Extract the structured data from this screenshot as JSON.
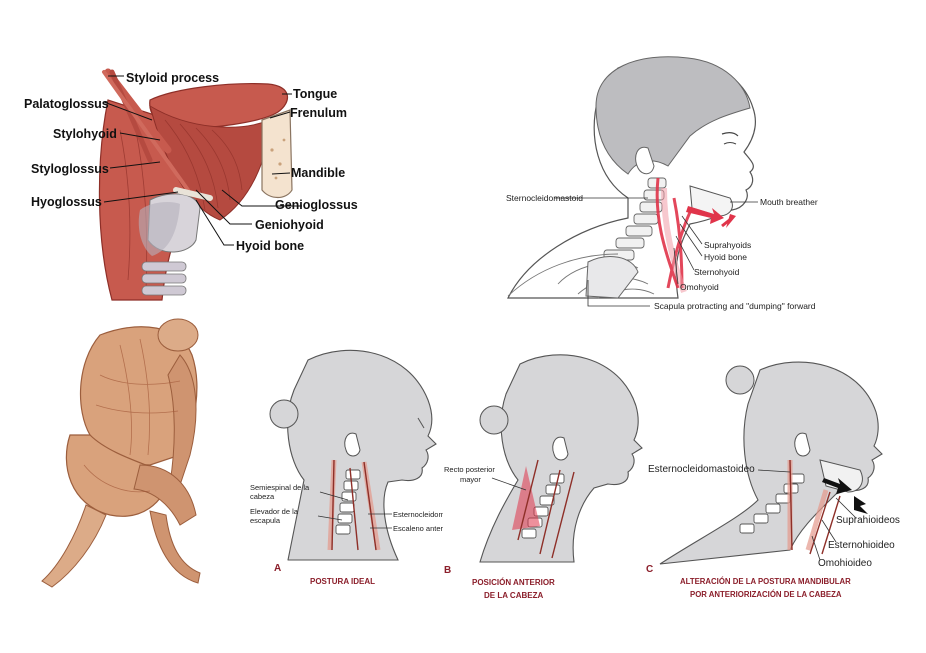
{
  "tongue_panel": {
    "labels": {
      "styloid_process": "Styloid process",
      "tongue": "Tongue",
      "palatoglossus": "Palatoglossus",
      "frenulum": "Frenulum",
      "stylohyoid": "Stylohyoid",
      "styloglossus": "Styloglossus",
      "mandible": "Mandible",
      "hyoglossus": "Hyoglossus",
      "genioglossus": "Genioglossus",
      "geniohyoid": "Geniohyoid",
      "hyoid_bone": "Hyoid bone"
    }
  },
  "mouth_breather_panel": {
    "labels": {
      "sternocleidomastoid": "Sternocleidomastoid",
      "mouth_breather": "Mouth breather",
      "suprahyoids": "Suprahyoids",
      "hyoid_bone": "Hyoid bone",
      "sternohyoid": "Sternohyoid",
      "omohyoid": "Omohyoid",
      "scapula": "Scapula protracting and \"dumping\" forward"
    }
  },
  "posture_a": {
    "letter": "A",
    "caption": "POSTURA IDEAL",
    "labels": {
      "semiespinal_1": "Semiespinal de la",
      "semiespinal_2": "cabeza",
      "elevador_1": "Elevador de la",
      "elevador_2": "escapula",
      "esternocleido": "Esternocleidomastoideo",
      "escaleno": "Escaleno anterior"
    }
  },
  "posture_b": {
    "letter": "B",
    "caption_1": "POSICIÓN ANTERIOR",
    "caption_2": "DE LA CABEZA",
    "labels": {
      "recto_1": "Recto posterior",
      "recto_2": "mayor"
    }
  },
  "posture_c": {
    "letter": "C",
    "caption_1": "ALTERACIÓN DE LA POSTURA MANDIBULAR",
    "caption_2": "POR ANTERIORIZACIÓN DE LA CABEZA",
    "labels": {
      "esternocleido": "Esternocleidomastoideo",
      "suprahioideos": "Suprahioideos",
      "esternohioideo": "Esternohioideo",
      "omohioideo": "Omohioideo"
    }
  },
  "colors": {
    "muscle": "#c75a4e",
    "muscle_dark": "#8e2f28",
    "muscle_light": "#e59a8c",
    "skin_gray": "#d6d6d8",
    "outline": "#555555",
    "caption_red": "#8b1e2a",
    "body_tan": "#d9a27c",
    "highlight_red": "#e0344a"
  }
}
